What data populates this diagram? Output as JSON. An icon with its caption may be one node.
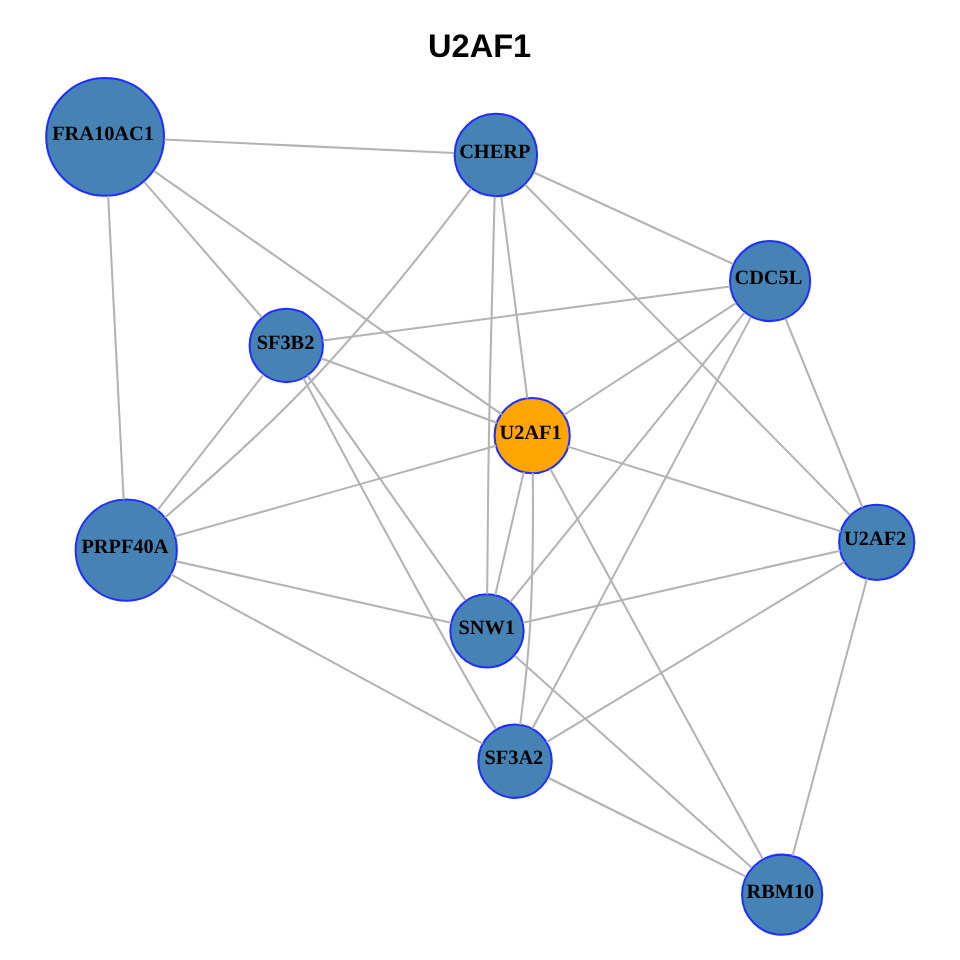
{
  "diagram": {
    "title": "U2AF1",
    "nodes": [
      {
        "text": [
          "SF3B2"
        ]
      },
      {
        "text": [
          "SNW1"
        ]
      },
      {
        "text": [
          "PRPF40A"
        ]
      },
      {
        "text": [
          "FRA10AC1"
        ]
      },
      {
        "text": [
          "CDC5L"
        ]
      },
      {
        "text": [
          "U2AF1"
        ]
      },
      {
        "text": [
          "RBM10"
        ]
      },
      {
        "text": [
          "SF3A2"
        ]
      },
      {
        "text": [
          "CHERP"
        ]
      },
      {
        "text": [
          "U2AF2"
        ]
      }
    ],
    "edges": [
      {
        "from": 0,
        "to": 1,
        "arrow": "none"
      },
      {
        "from": 0,
        "to": 4,
        "arrow": "none"
      },
      {
        "from": 0,
        "to": 5,
        "arrow": "none"
      },
      {
        "from": 0,
        "to": 2,
        "arrow": "none"
      },
      {
        "from": 0,
        "to": 3,
        "arrow": "none"
      },
      {
        "from": 0,
        "to": 7,
        "arrow": "none"
      },
      {
        "from": 1,
        "to": 6,
        "arrow": "none"
      },
      {
        "from": 1,
        "to": 4,
        "arrow": "none"
      },
      {
        "from": 1,
        "to": 9,
        "arrow": "none"
      },
      {
        "from": 1,
        "to": 5,
        "arrow": "none"
      },
      {
        "from": 1,
        "to": 8,
        "arrow": "none"
      },
      {
        "from": 1,
        "to": 2,
        "arrow": "none"
      },
      {
        "from": 2,
        "to": 3,
        "arrow": "none"
      },
      {
        "from": 2,
        "to": 5,
        "arrow": "none"
      },
      {
        "from": 2,
        "to": 7,
        "arrow": "none"
      },
      {
        "from": 2,
        "to": 8,
        "arrow": "none"
      },
      {
        "from": 3,
        "to": 5,
        "arrow": "none"
      },
      {
        "from": 3,
        "to": 8,
        "arrow": "none"
      },
      {
        "from": 4,
        "to": 5,
        "arrow": "none"
      },
      {
        "from": 4,
        "to": 9,
        "arrow": "none"
      },
      {
        "from": 4,
        "to": 7,
        "arrow": "none"
      },
      {
        "from": 4,
        "to": 8,
        "arrow": "none"
      },
      {
        "from": 5,
        "to": 6,
        "arrow": "none"
      },
      {
        "from": 5,
        "to": 7,
        "arrow": "none"
      },
      {
        "from": 5,
        "to": 9,
        "arrow": "none"
      },
      {
        "from": 5,
        "to": 8,
        "arrow": "none"
      },
      {
        "from": 6,
        "to": 7,
        "arrow": "none"
      },
      {
        "from": 6,
        "to": 9,
        "arrow": "none"
      },
      {
        "from": 7,
        "to": 9,
        "arrow": "none"
      },
      {
        "from": 8,
        "to": 9,
        "arrow": "none"
      }
    ]
  }
}
